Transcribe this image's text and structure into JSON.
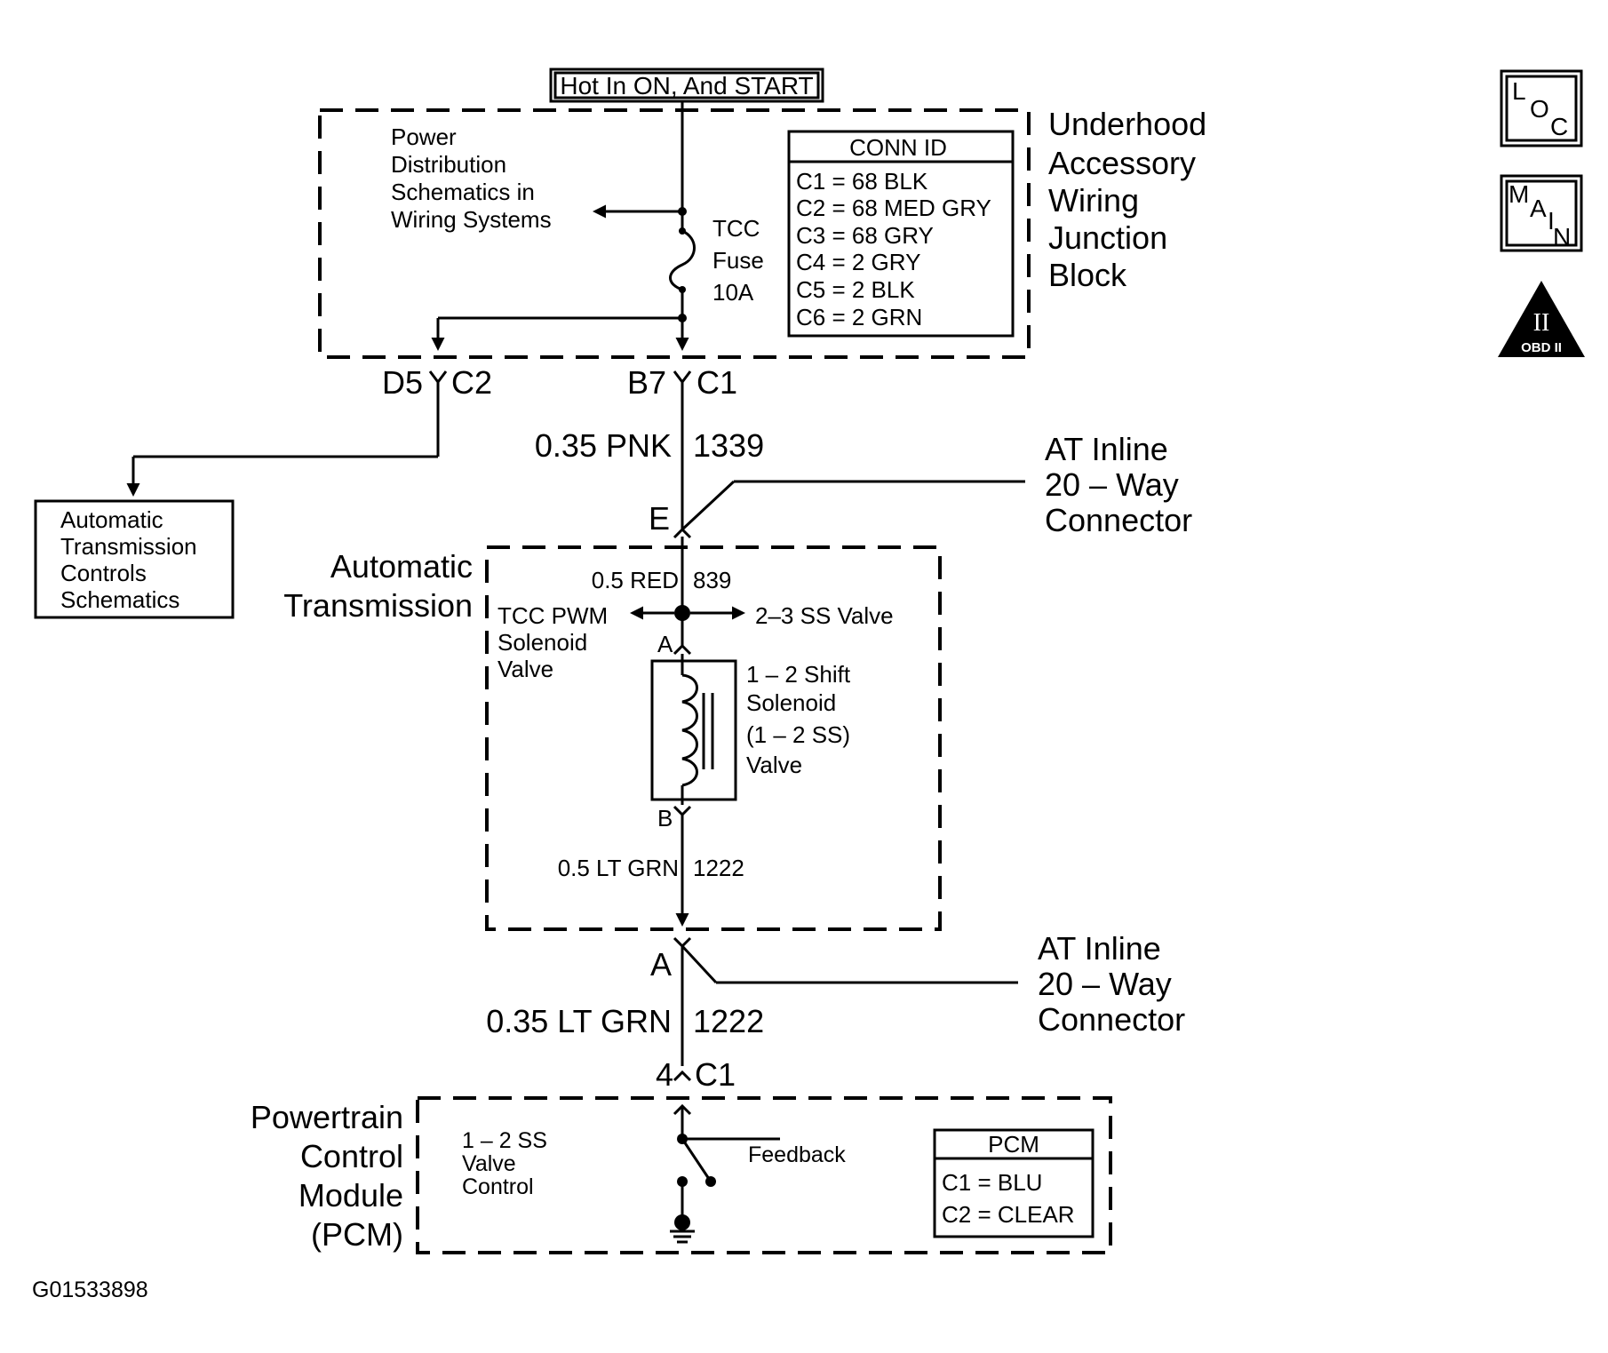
{
  "header": {
    "power_source": "Hot In ON, And START"
  },
  "junction_block": {
    "title": [
      "Underhood",
      "Accessory",
      "Wiring",
      "Junction",
      "Block"
    ],
    "power_distribution_ref": [
      "Power",
      "Distribution",
      "Schematics in",
      "Wiring Systems"
    ],
    "fuse": [
      "TCC",
      "Fuse",
      "10A"
    ],
    "conn_id": {
      "header": "CONN ID",
      "rows": [
        "C1  =  68 BLK",
        "C2  =  68 MED GRY",
        "C3  =  68 GRY",
        "C4  =  2 GRY",
        "C5  =  2 BLK",
        "C6  =  2 GRN"
      ]
    }
  },
  "connectors": {
    "d5": "D5",
    "c2": "C2",
    "b7": "B7",
    "c1": "C1",
    "e": "E",
    "a_inline": "A",
    "pin4": "4",
    "pcm_c1": "C1",
    "sol_a": "A",
    "sol_b": "B"
  },
  "wires": {
    "pnk": "0.35 PNK",
    "pnk_circuit": "1339",
    "red": "0.5 RED",
    "red_circuit": "839",
    "ltgrn_inner": "0.5 LT GRN",
    "ltgrn_inner_circuit": "1222",
    "ltgrn_outer": "0.35 LT GRN",
    "ltgrn_outer_circuit": "1222"
  },
  "at_inline_connector": [
    "AT Inline",
    "20 – Way",
    "Connector"
  ],
  "atc_schematics": [
    "Automatic",
    "Transmission",
    "Controls",
    "Schematics"
  ],
  "automatic_transmission": {
    "title": [
      "Automatic",
      "Transmission"
    ],
    "tcc_pwm": [
      "TCC PWM",
      "Solenoid",
      "Valve"
    ],
    "ss23": "2–3 SS Valve",
    "solenoid": [
      "1 – 2 Shift",
      "Solenoid",
      "(1 – 2 SS)",
      "Valve"
    ]
  },
  "pcm": {
    "title": [
      "Powertrain",
      "Control",
      "Module",
      "(PCM)"
    ],
    "control": [
      "1 – 2 SS",
      "Valve",
      "Control"
    ],
    "feedback": "Feedback",
    "table": {
      "header": "PCM",
      "rows": [
        "C1  =  BLU",
        "C2  =  CLEAR"
      ]
    }
  },
  "badges": {
    "loc": [
      "L",
      "O",
      "C"
    ],
    "main": [
      "M",
      "A",
      "I",
      "N"
    ],
    "obd": [
      "II",
      "OBD II"
    ]
  },
  "figure_id": "G01533898"
}
